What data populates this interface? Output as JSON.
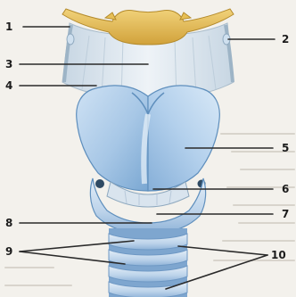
{
  "figure": {
    "callouts": [
      {
        "id": "1",
        "label": "1"
      },
      {
        "id": "2",
        "label": "2"
      },
      {
        "id": "3",
        "label": "3"
      },
      {
        "id": "4",
        "label": "4"
      },
      {
        "id": "5",
        "label": "5"
      },
      {
        "id": "6",
        "label": "6"
      },
      {
        "id": "7",
        "label": "7"
      },
      {
        "id": "8",
        "label": "8"
      },
      {
        "id": "9",
        "label": "9"
      },
      {
        "id": "10",
        "label": "10"
      }
    ],
    "colors": {
      "hyoid_bone": "#e3b84a",
      "membrane": "#dfe8ef",
      "cartilage_light": "#d6e6f5",
      "cartilage_mid": "#a9c8e6",
      "cartilage_dark": "#6f9fcb",
      "trachea_ring": "#c8dcef",
      "trachea_gap": "#7ea6cf",
      "background": "#f3f1ec",
      "line": "#2a2a2a"
    }
  }
}
